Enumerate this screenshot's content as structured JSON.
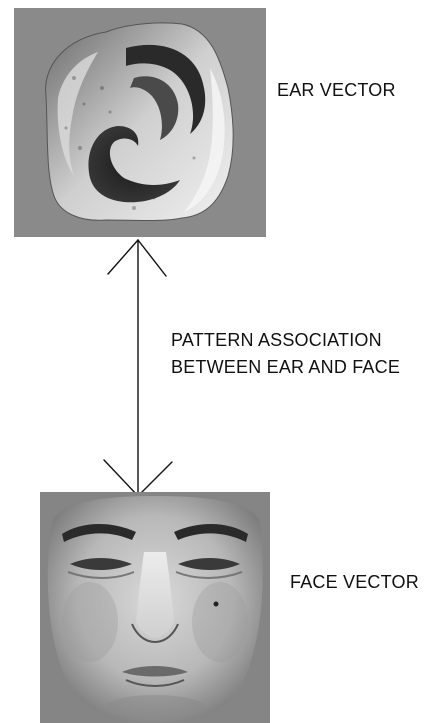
{
  "labels": {
    "ear": "EAR VECTOR",
    "relation_line1": "PATTERN ASSOCIATION",
    "relation_line2": "BETWEEN EAR AND FACE",
    "face": "FACE VECTOR"
  },
  "colors": {
    "ear_background": "#8a8a8a",
    "face_background": "#858585",
    "arrow": "#111111",
    "text": "#111111"
  }
}
